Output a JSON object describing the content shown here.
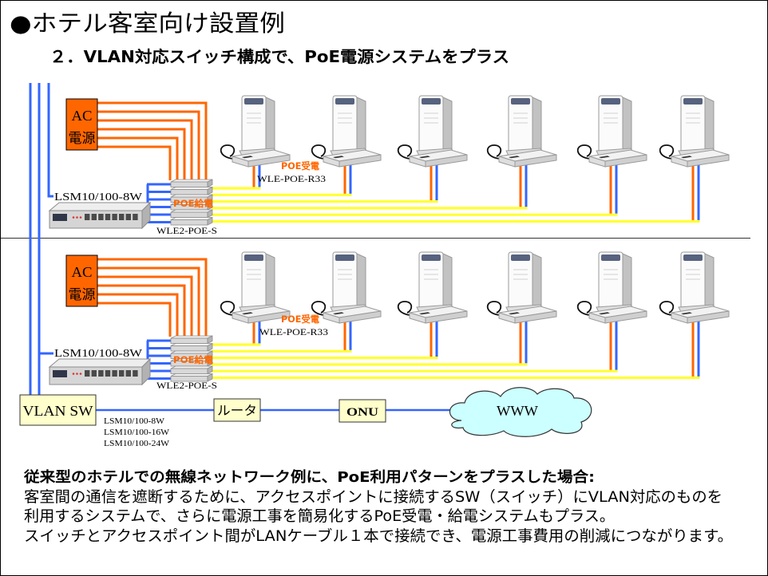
{
  "title": "●ホテル客室向け設置例",
  "subtitle": "２．VLAN対応スイッチ構成で、PoE電源システムをプラス",
  "floors": [
    {
      "ac_power": [
        "AC",
        "電源"
      ],
      "switch_label": "LSM10/100-8W",
      "injector_tag": "POE給電",
      "injector_label": "WLE2-POE-S",
      "receiver_tag": "POE受電",
      "receiver_label": "WLE-POE-R33"
    },
    {
      "ac_power": [
        "AC",
        "電源"
      ],
      "switch_label": "LSM10/100-8W",
      "injector_tag": "POE給電",
      "injector_label": "WLE2-POE-S",
      "receiver_tag": "POE受電",
      "receiver_label": "WLE-POE-R33"
    }
  ],
  "backbone": {
    "vlan_switch": "VLAN SW",
    "vlan_switch_models": [
      "LSM10/100-8W",
      "LSM10/100-16W",
      "LSM10/100-24W"
    ],
    "router": "ルータ",
    "onu": "ONU",
    "internet": "WWW"
  },
  "description": {
    "heading": "従来型のホテルでの無線ネットワーク例に、PoE利用パターンをプラスした場合:",
    "lines": [
      "客室間の通信を遮断するために、アクセスポイントに接続するSW（スイッチ）にVLAN対応のものを",
      "利用するシステムで、さらに電源工事を簡易化するPoE受電・給電システムもプラス。",
      "スイッチとアクセスポイント間がLANケーブル１本で接続でき、電源工事費用の削減につながります。"
    ]
  },
  "colors": {
    "lan_cable": "#3366ff",
    "power_cable": "#ff6600",
    "poe_cable": "#ffff33",
    "ac_power_box": "#ff6600",
    "label_box": "#ffffcc",
    "cloud": "#ccffff",
    "vlan_switch_text": "#ff0000",
    "poe_tag_text": "#ff6600"
  }
}
